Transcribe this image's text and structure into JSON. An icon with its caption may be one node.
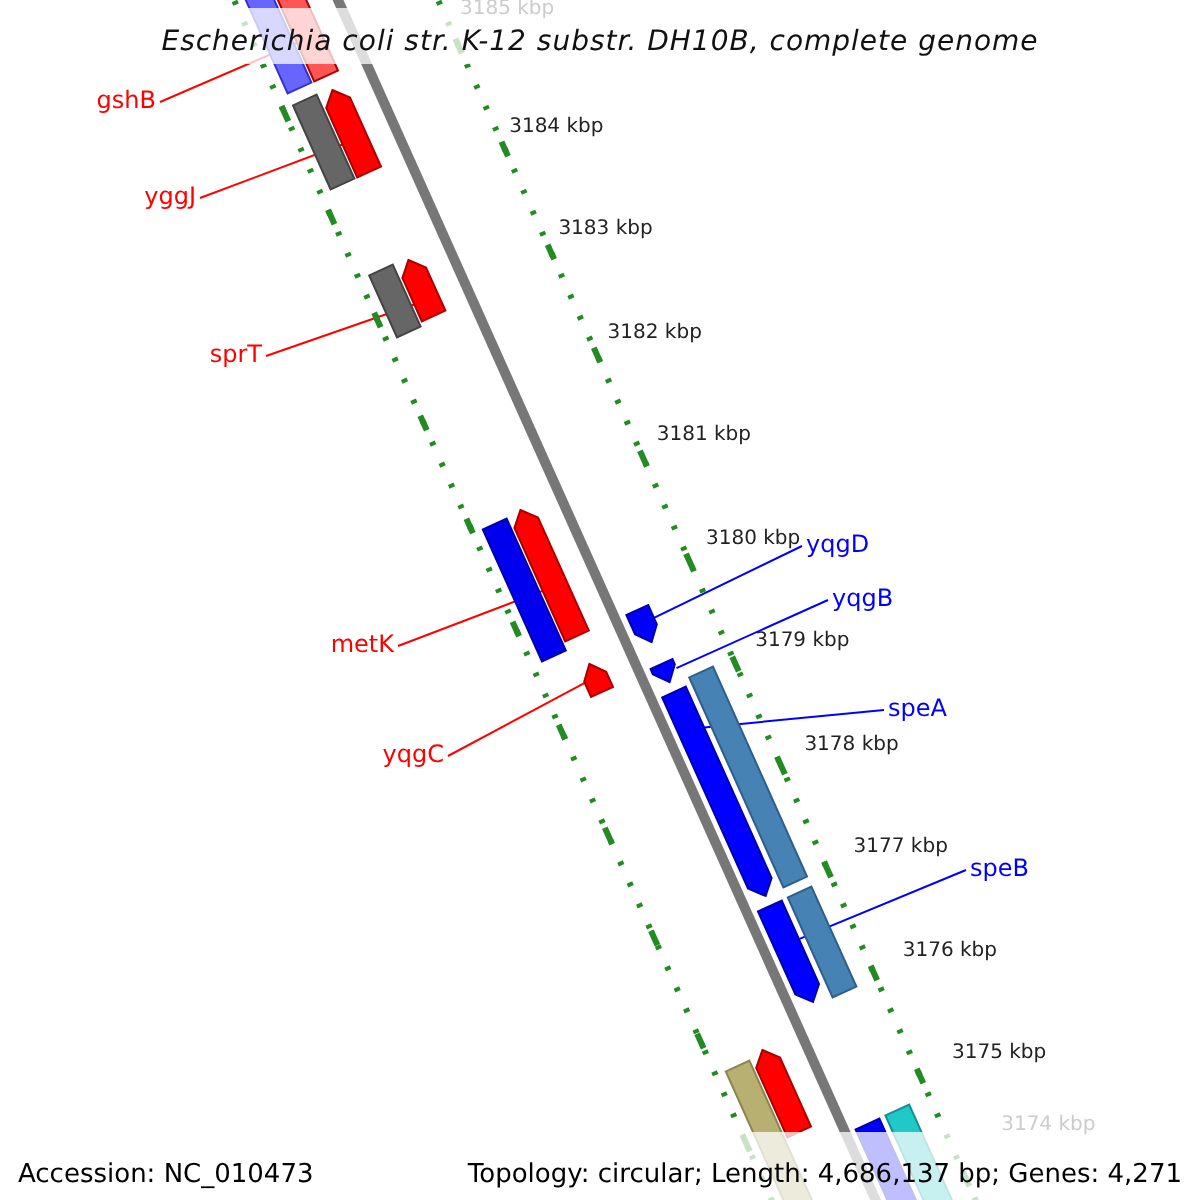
{
  "diagram": {
    "title": "Escherichia coli str. K-12 substr. DH10B, complete genome",
    "nodes": [
      {
        "text": [
          "gshB"
        ]
      },
      {
        "text": [
          "yggJ"
        ]
      },
      {
        "text": [
          "sprT"
        ]
      },
      {
        "text": [
          "metK"
        ]
      },
      {
        "text": [
          "yqgC"
        ]
      },
      {
        "text": [
          "yqgD"
        ]
      },
      {
        "text": [
          "yqgB"
        ]
      },
      {
        "text": [
          "speA"
        ]
      },
      {
        "text": [
          "speB"
        ]
      },
      {
        "text": [],
        "shape": "bar"
      },
      {
        "text": [],
        "shape": "bar"
      },
      {
        "text": [],
        "shape": "bar"
      },
      {
        "text": [],
        "shape": "bar"
      },
      {
        "text": [],
        "shape": "bar"
      },
      {
        "text": [],
        "shape": "bar"
      },
      {
        "text": [],
        "shape": "bar"
      },
      {
        "text": [],
        "shape": "bar"
      },
      {
        "text": [],
        "shape": "bar"
      },
      {
        "text": [],
        "shape": "box"
      },
      {
        "text": [],
        "shape": "box"
      },
      {
        "text": [],
        "shape": "box"
      },
      {
        "text": [],
        "shape": "box"
      },
      {
        "text": [],
        "shape": "box"
      },
      {
        "text": [],
        "shape": "box"
      },
      {
        "text": [],
        "shape": "box"
      },
      {
        "text": [],
        "shape": "box"
      },
      {
        "text": [],
        "shape": "bar"
      },
      {
        "text": [],
        "shape": "bar"
      }
    ],
    "edges": [
      {
        "from": 0,
        "to": 9,
        "arrow": "none"
      },
      {
        "from": 1,
        "to": 10,
        "arrow": "none"
      },
      {
        "from": 2,
        "to": 11,
        "arrow": "none"
      },
      {
        "from": 3,
        "to": 12,
        "arrow": "none"
      },
      {
        "from": 4,
        "to": 13,
        "arrow": "none"
      },
      {
        "from": 5,
        "to": 14,
        "arrow": "none",
        "color": "#0000ff"
      },
      {
        "from": 6,
        "to": 15,
        "arrow": "none",
        "color": "#0000ff"
      },
      {
        "from": 7,
        "to": 16,
        "arrow": "none",
        "color": "#0000ff"
      },
      {
        "from": 8,
        "to": 17,
        "arrow": "none",
        "color": "#0000ff"
      }
    ],
    "labels": [
      "3185 kbp",
      "3184 kbp",
      "3183 kbp",
      "3182 kbp",
      "3181 kbp",
      "3180 kbp",
      "3179 kbp",
      "3178 kbp",
      "3177 kbp",
      "3176 kbp",
      "3175 kbp",
      "3174 kbp",
      "Accession: NC_010473",
      "Topology: circular; Length: 4,686,137 bp; Genes: 4,271"
    ]
  }
}
